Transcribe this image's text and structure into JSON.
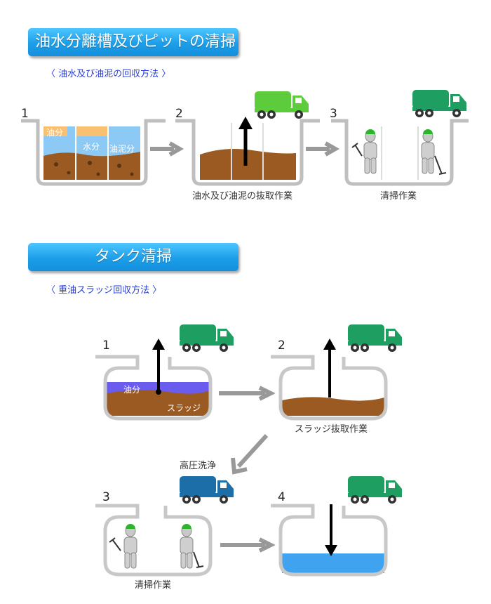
{
  "section1": {
    "title": "油水分離槽及びピットの清掃",
    "subtitle": "〈 油水及び油泥の回収方法 〉",
    "steps": [
      {
        "number": "1",
        "labels": {
          "oil": "油分",
          "water": "水分",
          "sludge": "油泥分"
        }
      },
      {
        "number": "2",
        "caption": "油水及び油泥の抜取作業"
      },
      {
        "number": "3",
        "caption": "清掃作業"
      }
    ]
  },
  "section2": {
    "title": "タンク清掃",
    "subtitle": "〈 重油スラッジ回収方法 〉",
    "steps": [
      {
        "number": "1",
        "labels": {
          "oil": "油分",
          "sludge": "スラッジ"
        }
      },
      {
        "number": "2",
        "caption": "スラッジ抜取作業"
      },
      {
        "number": "3",
        "caption": "清掃作業"
      },
      {
        "number": "4"
      }
    ],
    "transition_label": "高圧洗浄"
  },
  "colors": {
    "banner": "#1c9ee8",
    "oil": "#f8c070",
    "water": "#8ccaf5",
    "sludge": "#9a5a22",
    "tank_oil": "#6b5cf0",
    "clean_water": "#3fa3ef",
    "truck_light_green": "#5ccb3c",
    "truck_green": "#1e9e60",
    "truck_blue": "#1c6ea8",
    "arrow_gray": "#999999"
  }
}
